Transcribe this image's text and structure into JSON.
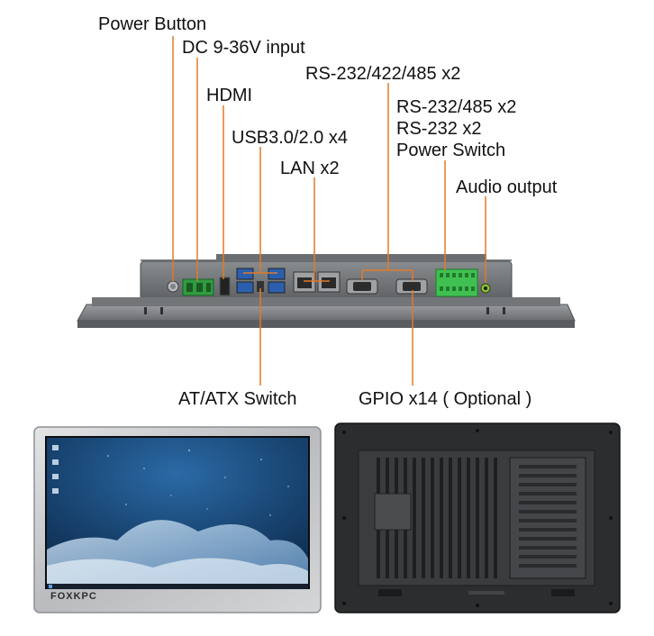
{
  "labels": {
    "power_button": "Power Button",
    "dc_input": "DC 9-36V input",
    "hdmi": "HDMI",
    "usb": "USB3.0/2.0 x4",
    "lan": "LAN x2",
    "rs232_422_485": "RS-232/422/485 x2",
    "rs232_485": "RS-232/485 x2",
    "rs232": "RS-232 x2",
    "power_switch": "Power Switch",
    "audio_output": "Audio output",
    "at_atx_switch": "AT/ATX Switch",
    "gpio": "GPIO x14 ( Optional )"
  },
  "front_panel": {
    "brand": "FOXKPC"
  },
  "colors": {
    "leader_line": "#e07a2a",
    "panel_gray": "#6f7275",
    "bezel_silver": "#c9cbcd",
    "terminal_green": "#3dbb4f",
    "screen_blue": "#1b4f86"
  }
}
